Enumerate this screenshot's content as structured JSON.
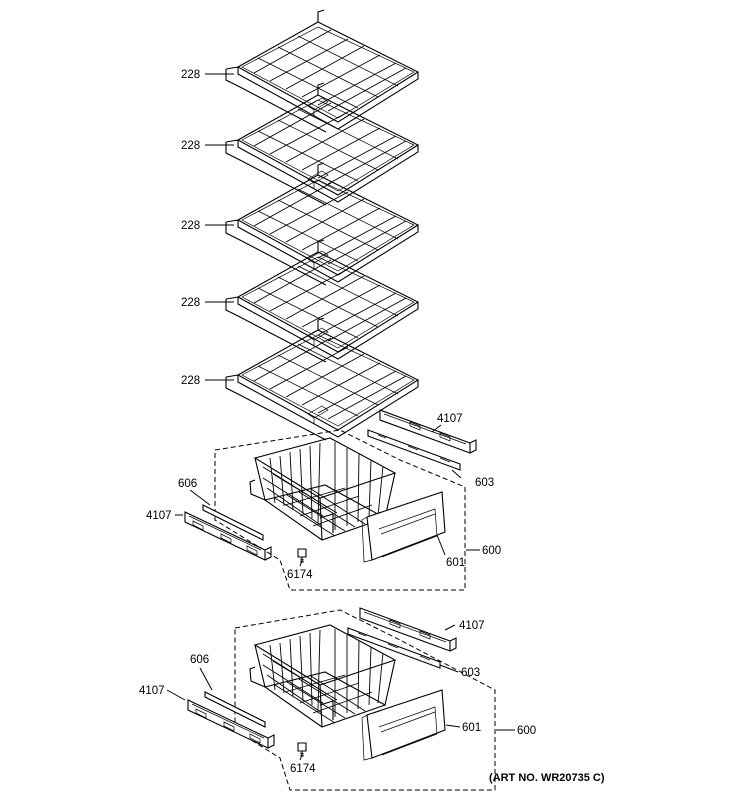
{
  "callouts": {
    "shelf_1": "228",
    "shelf_2": "228",
    "shelf_3": "228",
    "shelf_4": "228",
    "shelf_5": "228",
    "upper_slide_right": "4107",
    "upper_slide_left": "4107",
    "upper_rail_right": "603",
    "upper_rail_left": "606",
    "upper_front": "601",
    "upper_drawer_assy": "600",
    "upper_screw": "6174",
    "lower_slide_right": "4107",
    "lower_slide_left": "4107",
    "lower_rail_right": "603",
    "lower_rail_left": "606",
    "lower_front": "601",
    "lower_drawer_assy": "600",
    "lower_screw": "6174"
  },
  "art_number": "(ART NO. WR20735 C)"
}
